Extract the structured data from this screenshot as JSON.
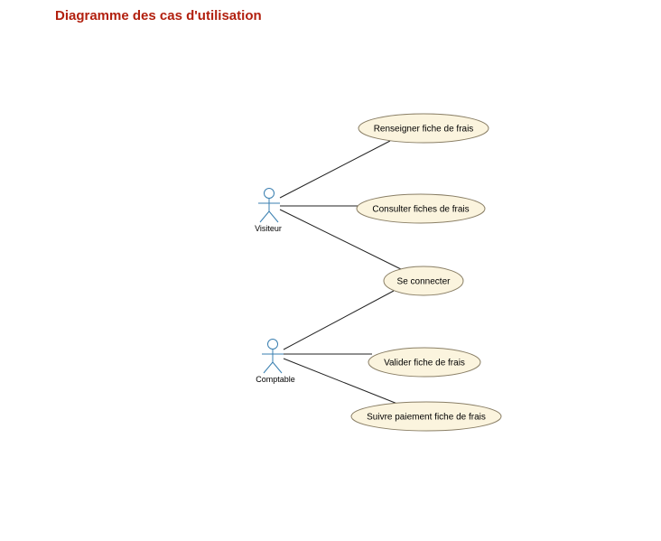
{
  "page": {
    "title": "Diagramme des cas d'utilisation"
  },
  "colors": {
    "title": "#b2200f",
    "usecase_fill": "#fbf4de",
    "usecase_stroke": "#8a7f66",
    "actor": "#3a7fb0",
    "association": "#222222"
  },
  "actors": [
    {
      "id": "visiteur",
      "label": "Visiteur",
      "icon": "stick-figure-icon"
    },
    {
      "id": "comptable",
      "label": "Comptable",
      "icon": "stick-figure-icon"
    }
  ],
  "use_cases": [
    {
      "id": "renseigner",
      "label": "Renseigner fiche de frais"
    },
    {
      "id": "consulter",
      "label": "Consulter fiches de frais"
    },
    {
      "id": "connecter",
      "label": "Se connecter"
    },
    {
      "id": "valider",
      "label": "Valider fiche de frais"
    },
    {
      "id": "suivre",
      "label": "Suivre paiement fiche de frais"
    }
  ],
  "associations": [
    {
      "from": "visiteur",
      "to": "renseigner"
    },
    {
      "from": "visiteur",
      "to": "consulter"
    },
    {
      "from": "visiteur",
      "to": "connecter"
    },
    {
      "from": "comptable",
      "to": "connecter"
    },
    {
      "from": "comptable",
      "to": "valider"
    },
    {
      "from": "comptable",
      "to": "suivre"
    }
  ]
}
